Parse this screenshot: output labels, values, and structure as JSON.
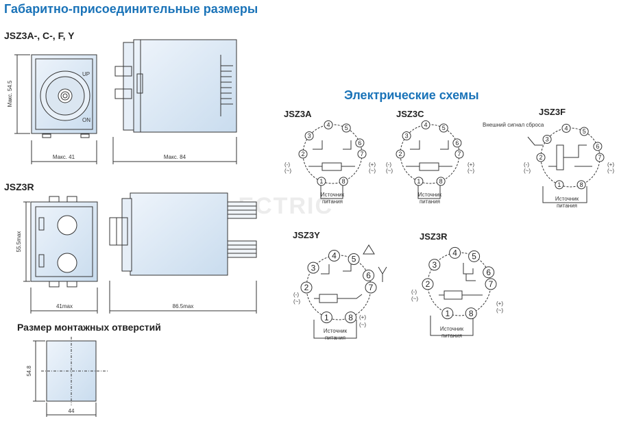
{
  "titles": {
    "main": "Габаритно-присоединительные размеры",
    "electric": "Электрические схемы",
    "mount": "Размер монтажных отверстий"
  },
  "models": {
    "jsz3a_group": "JSZ3A-, C-, F, Y",
    "jsz3r": "JSZ3R"
  },
  "dims": {
    "a_height": "Макс. 54.5",
    "a_width": "Макс. 41",
    "a_depth": "Макс. 84",
    "a_up": "UP",
    "a_on": "ON",
    "r_height": "55.5max",
    "r_width": "41max",
    "r_depth": "86.5max",
    "hole_h": "54.8",
    "hole_w": "44"
  },
  "schemes": {
    "jsz3a": "JSZ3A",
    "jsz3c": "JSZ3C",
    "jsz3f": "JSZ3F",
    "jsz3y": "JSZ3Y",
    "jsz3r": "JSZ3R",
    "source_line1": "Источник",
    "source_line2": "питания",
    "reset_signal": "Внешний сигнал сброса",
    "minus": "(-)",
    "plus": "(+)",
    "tilde": "(~)"
  },
  "pins": [
    "1",
    "2",
    "3",
    "4",
    "5",
    "6",
    "7",
    "8"
  ],
  "watermark": "ELECTRIC",
  "colors": {
    "accent": "#1a73b8",
    "panel": "#dfe9f4"
  }
}
